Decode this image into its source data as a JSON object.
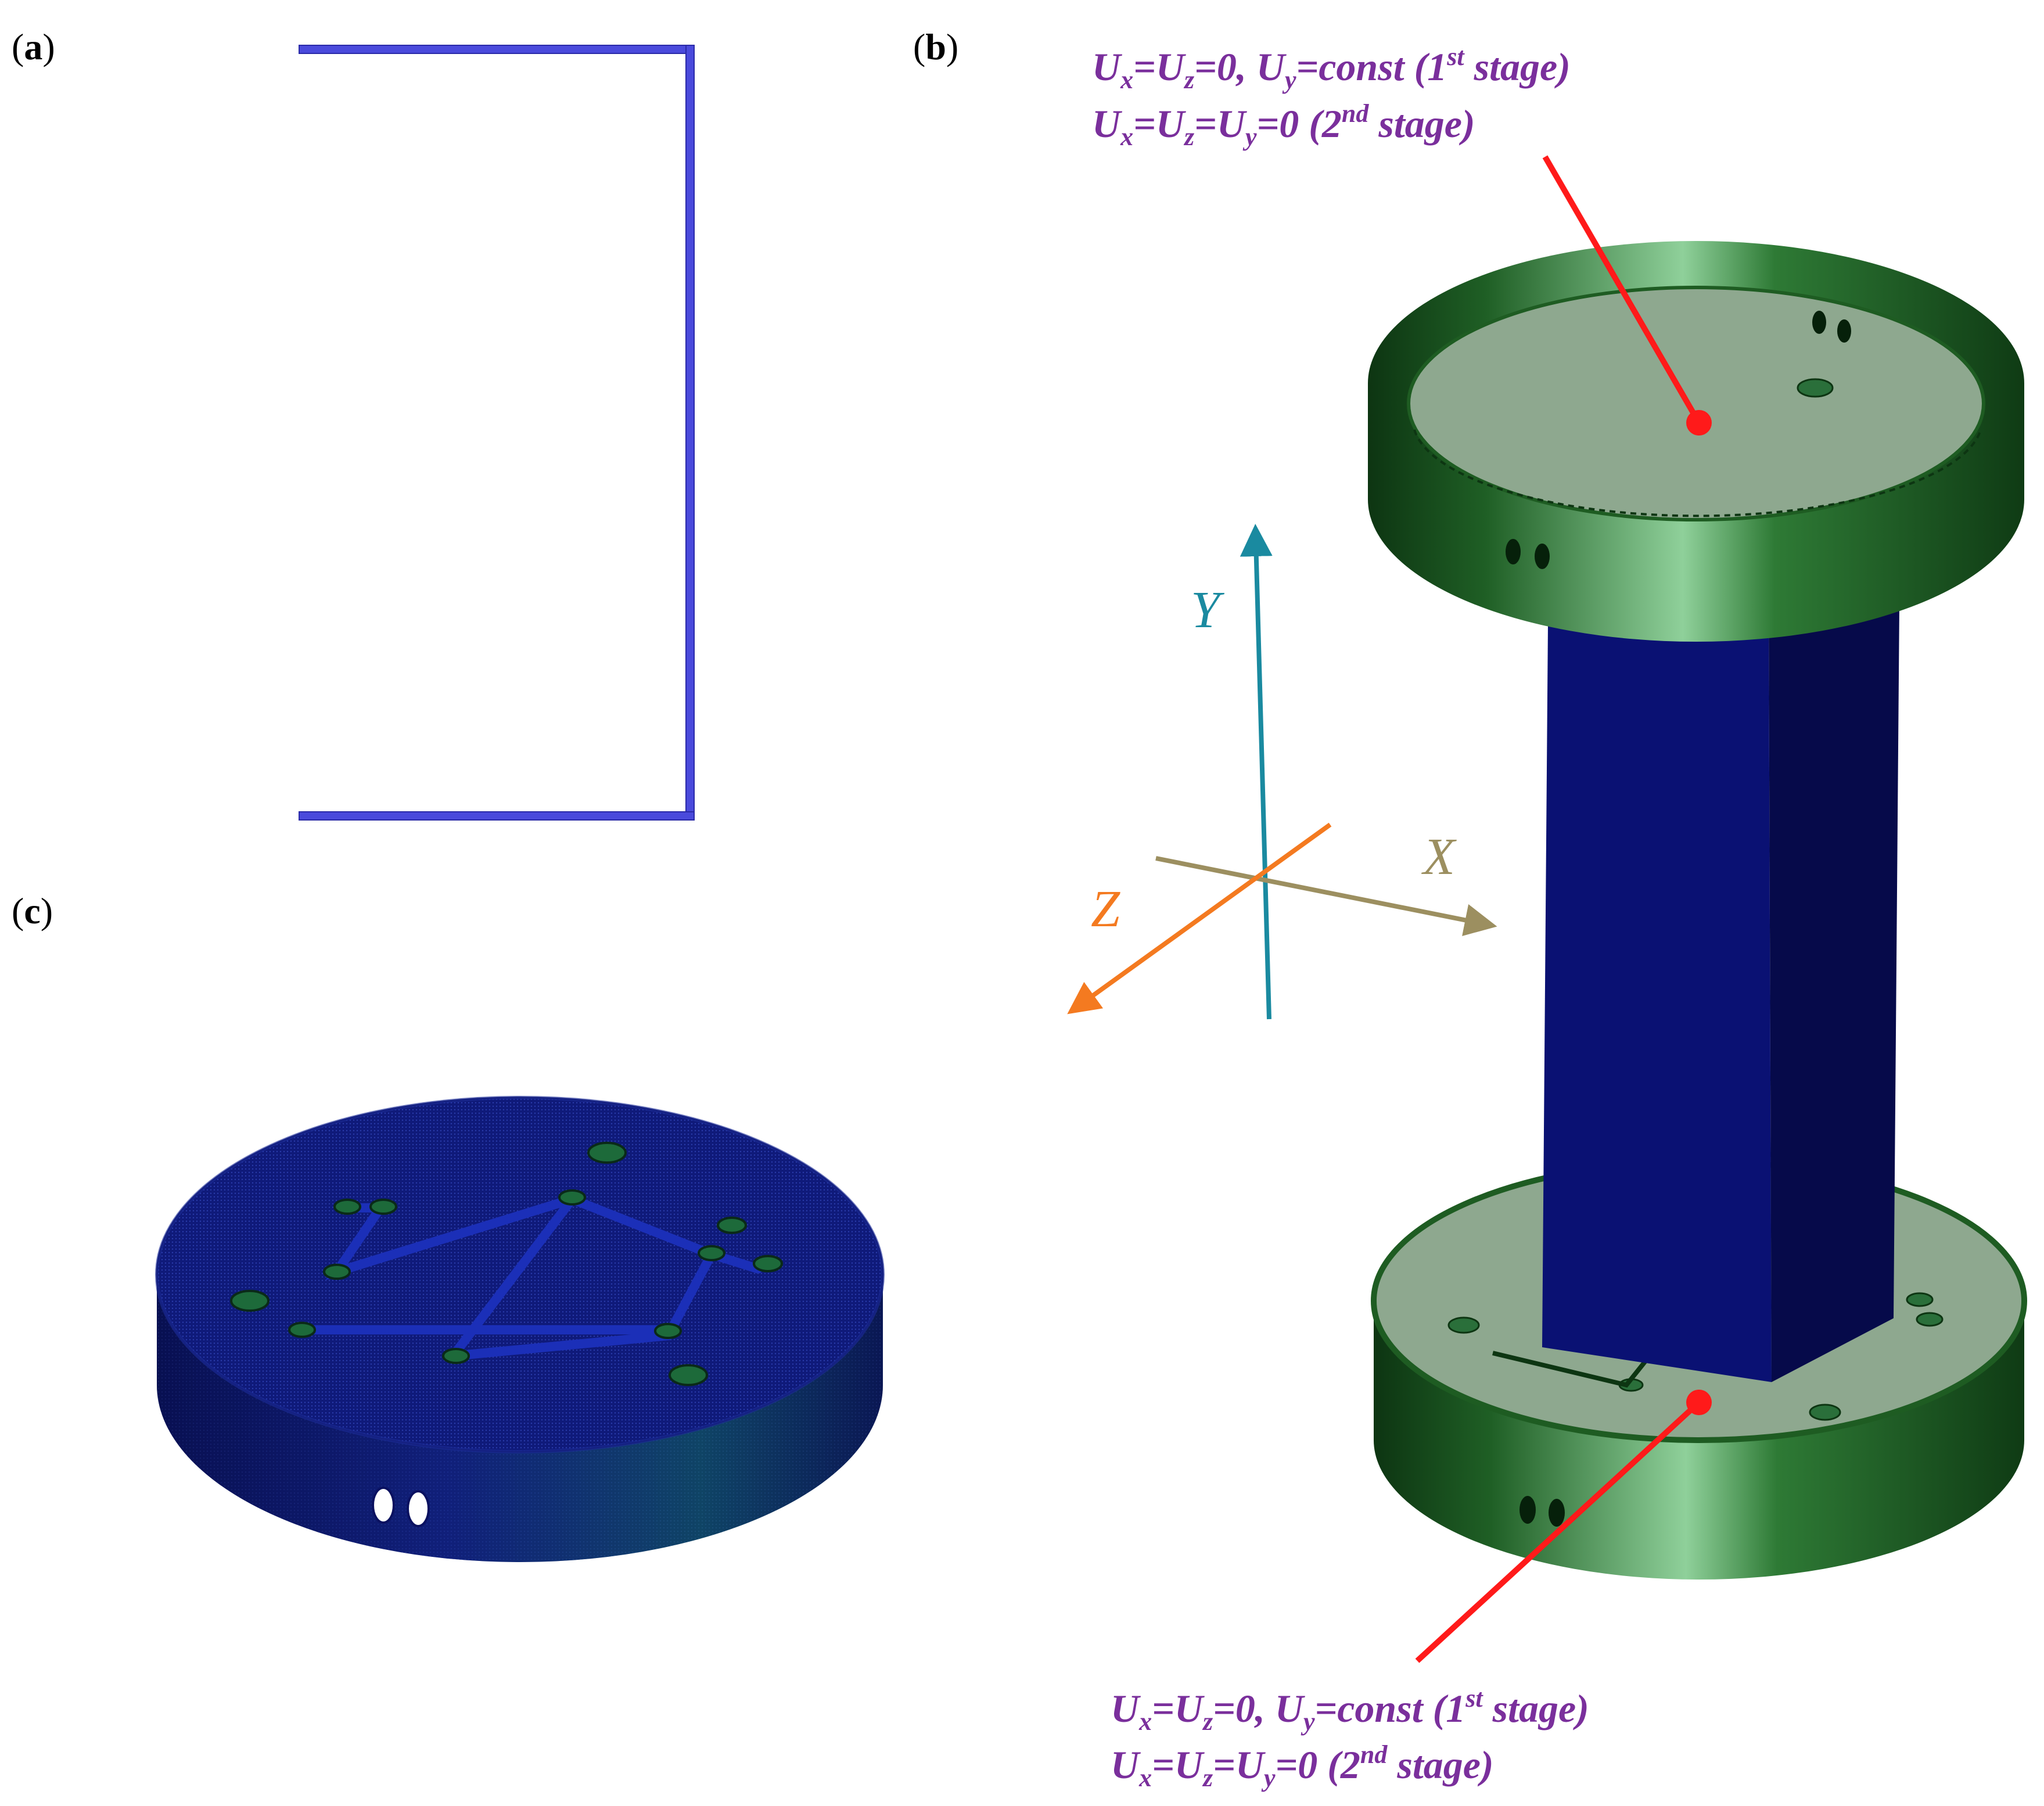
{
  "panels": {
    "a": {
      "open": "(",
      "letter": "a",
      "close": ")"
    },
    "b": {
      "open": "(",
      "letter": "b",
      "close": ")"
    },
    "c": {
      "open": "(",
      "letter": "c",
      "close": ")"
    }
  },
  "axes": {
    "y": {
      "label": "Y",
      "color": "#1a8aa0"
    },
    "x": {
      "label": "X",
      "color": "#9c8f60"
    },
    "z": {
      "label": "Z",
      "color": "#f47a20"
    }
  },
  "boundary_conditions": {
    "top": {
      "line1": {
        "U": "U",
        "x": "x",
        "eq1": "=U",
        "z": "z",
        "eq2": "=0,  U",
        "y": "y",
        "eq3": "=const  (1",
        "ord": "st",
        "stage": " stage)"
      },
      "line2": {
        "U": "U",
        "x": "x",
        "eq1": "=U",
        "z": "z",
        "eq2": "=U",
        "y": "y",
        "eq3": "=0  (2",
        "ord": "nd",
        "stage": " stage)"
      }
    },
    "bottom": {
      "line1": {
        "U": "U",
        "x": "x",
        "eq1": "=U",
        "z": "z",
        "eq2": "=0,  U",
        "y": "y",
        "eq3": "=const  (1",
        "ord": "st",
        "stage": " stage)"
      },
      "line2": {
        "U": "U",
        "x": "x",
        "eq1": "=U",
        "z": "z",
        "eq2": "=U",
        "y": "y",
        "eq3": "=0  (2",
        "ord": "nd",
        "stage": " stage)"
      }
    }
  },
  "colors": {
    "annotation": "#7a2f9c",
    "pointer": "#ff1a1a",
    "mesh_outline": "#3b3bd6",
    "specimen": "#0a1173",
    "fixture_green": "#1e5c22",
    "fixture_face": "#8ea88f"
  }
}
